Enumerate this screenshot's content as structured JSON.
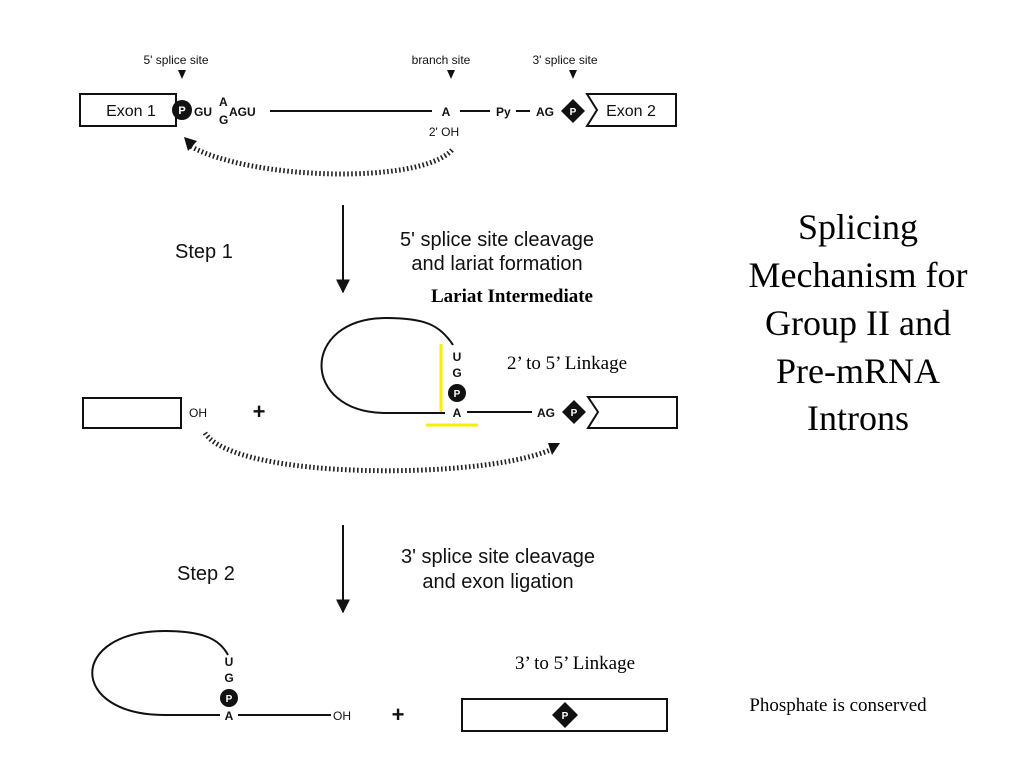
{
  "title_lines": [
    "Splicing",
    "Mechanism for",
    "Group II and",
    "Pre-mRNA",
    "Introns"
  ],
  "top": {
    "five_splice_label": "5' splice site",
    "branch_label": "branch site",
    "three_splice_label": "3' splice site",
    "exon1": "Exon 1",
    "exon2": "Exon 2",
    "gu": "GU",
    "a_up": "A",
    "g_down": "G",
    "agu": "AGU",
    "branch_a": "A",
    "py": "Py",
    "ag": "AG",
    "oh2": "2' OH",
    "p": "P"
  },
  "step1": {
    "label": "Step 1",
    "desc_line1": "5' splice site cleavage",
    "desc_line2": "and lariat formation",
    "intermediate": "Lariat Intermediate",
    "linkage": "2’ to 5’ Linkage",
    "oh": "OH",
    "plus": "+",
    "u": "U",
    "g": "G",
    "a": "A",
    "ag": "AG",
    "p": "P"
  },
  "step2": {
    "label": "Step 2",
    "desc_line1": "3' splice site cleavage",
    "desc_line2": "and exon ligation",
    "linkage": "3’ to 5’ Linkage",
    "u": "U",
    "g": "G",
    "a": "A",
    "oh": "OH",
    "plus": "+",
    "p": "P",
    "conserved": "Phosphate is conserved"
  },
  "colors": {
    "highlight": "#f5f000",
    "ink": "#111111"
  }
}
